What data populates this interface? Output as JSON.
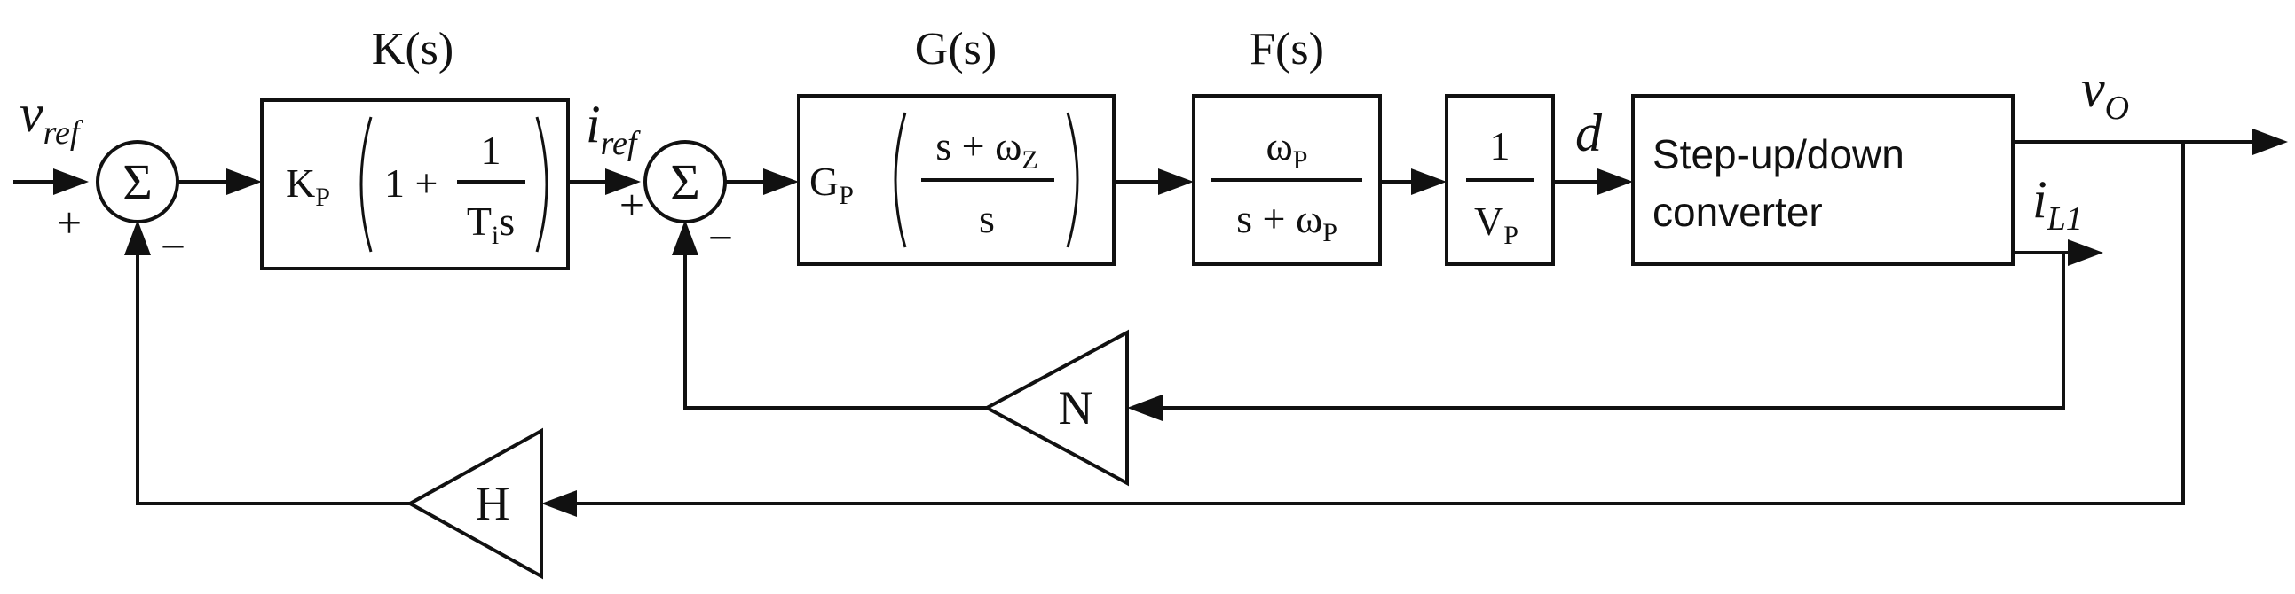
{
  "blocks": {
    "k": {
      "title": "K(s)",
      "gain": "K",
      "gain_sub": "P",
      "one_plus": "1 +",
      "num": "1",
      "den": "T",
      "den_sub": "i",
      "den_tail": "s"
    },
    "g": {
      "title": "G(s)",
      "gain": "G",
      "gain_sub": "P",
      "num": "s + ω",
      "num_sub": "Z",
      "den": "s"
    },
    "f": {
      "title": "F(s)",
      "num": "ω",
      "num_sub": "P",
      "den": "s + ω",
      "den_sub": "P"
    },
    "pwm": {
      "num": "1",
      "den": "V",
      "den_sub": "P"
    },
    "converter": {
      "line1": "Step-up/down",
      "line2": "converter"
    },
    "n_gain": "N",
    "h_gain": "H"
  },
  "summers": {
    "symbol": "Σ",
    "outer_plus": "+",
    "outer_minus": "−",
    "inner_plus": "+",
    "inner_minus": "−"
  },
  "signals": {
    "vref": "v",
    "vref_sub": "ref",
    "iref": "i",
    "iref_sub": "ref",
    "d": "d",
    "vo": "v",
    "vo_sub": "O",
    "il1": "i",
    "il1_sub": "L1"
  }
}
